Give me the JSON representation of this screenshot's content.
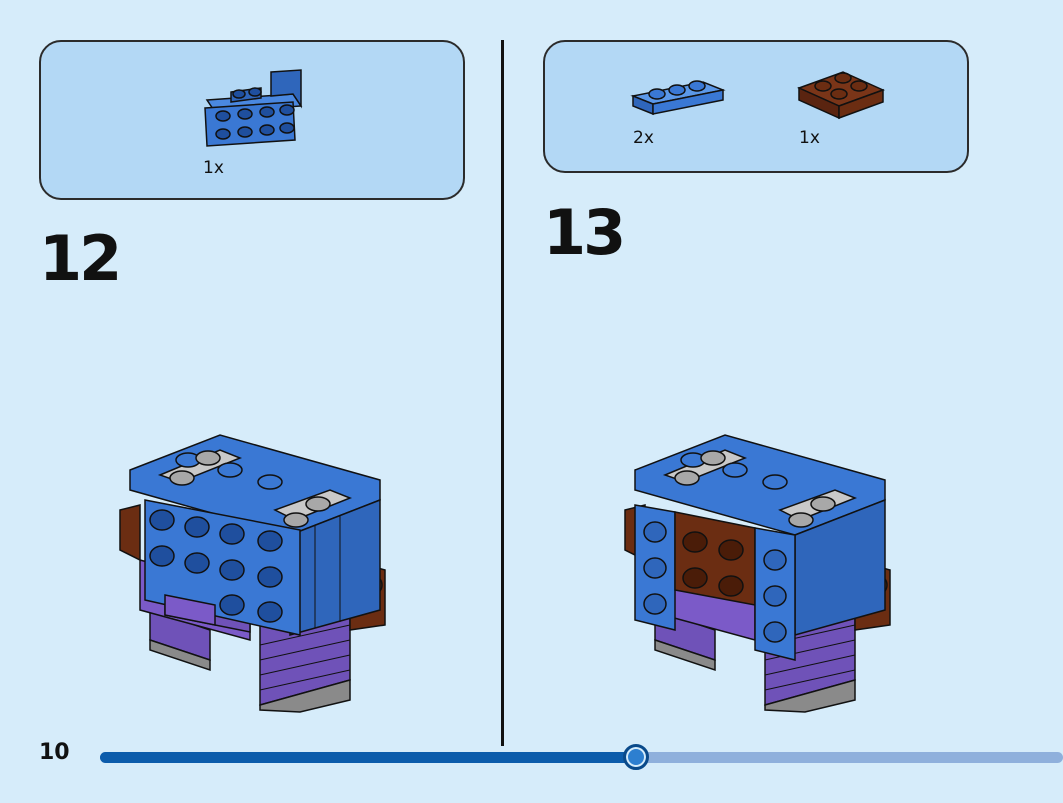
{
  "page": {
    "number": "10"
  },
  "progress": {
    "fraction": 0.5556
  },
  "colors": {
    "background": "#d6ecfa",
    "callout": "#b3d8f5",
    "blue_brick": "#3a78d4",
    "brown_brick": "#6b2d12",
    "purple_brick": "#6f52b8",
    "grey_brick": "#bcbcbc"
  },
  "steps": [
    {
      "number": "12",
      "parts": [
        {
          "name": "blue-bracket-plate",
          "quantity": "1x"
        }
      ]
    },
    {
      "number": "13",
      "parts": [
        {
          "name": "blue-plate-1x3",
          "quantity": "2x"
        },
        {
          "name": "brown-plate-2x2",
          "quantity": "1x"
        }
      ]
    }
  ]
}
